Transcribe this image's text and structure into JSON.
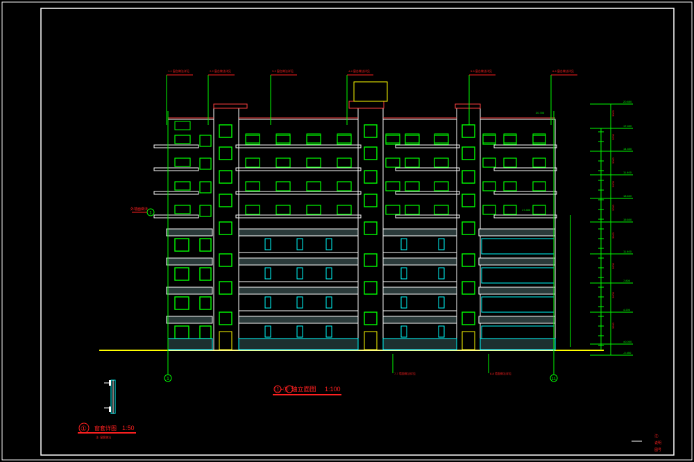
{
  "drawing": {
    "title_main": "①-⑪ 轴立面图",
    "title_main_scale": "1:100",
    "detail_title": "①",
    "detail_label": "窗套详图",
    "detail_scale": "1:50",
    "detail_sub": "注: 窗套做法"
  },
  "axes": {
    "left_label": "1",
    "right_label": "11",
    "left_marker": "1"
  },
  "callouts_top": [
    "1-1 窗台做法详见",
    "2-2 窗台做法详见",
    "3-3 窗台做法详见",
    "4-4 窗台做法详见",
    "5-5 窗台做法详见",
    "6-6 窗台做法详见"
  ],
  "callouts_bottom": [
    "7-7 墙面做法详见",
    "8-8 墙面做法详见"
  ],
  "elevations": [
    "20.850",
    "17.400",
    "14.400",
    "11.400",
    "18.600",
    "15.600",
    "11.400",
    "7.800",
    "4.200",
    "±0.000",
    "-0.450"
  ],
  "dimension_marks": [
    "3000",
    "3000",
    "3000",
    "3000",
    "3000",
    "3600",
    "3600",
    "3600",
    "3600"
  ],
  "roof_level": "20.700",
  "level_mid": "17.400",
  "left_note": "外墙面做法",
  "legend_corner": [
    "注:",
    "说明",
    "图号"
  ],
  "colors": {
    "background": "#000000",
    "frame": "#ffffff",
    "outline": "#ffffff",
    "window": "#00ff00",
    "axis": "#00ff00",
    "text": "#ff2020",
    "cyan": "#00ffff",
    "ground": "#ffff00",
    "roof": "#ff4040"
  }
}
